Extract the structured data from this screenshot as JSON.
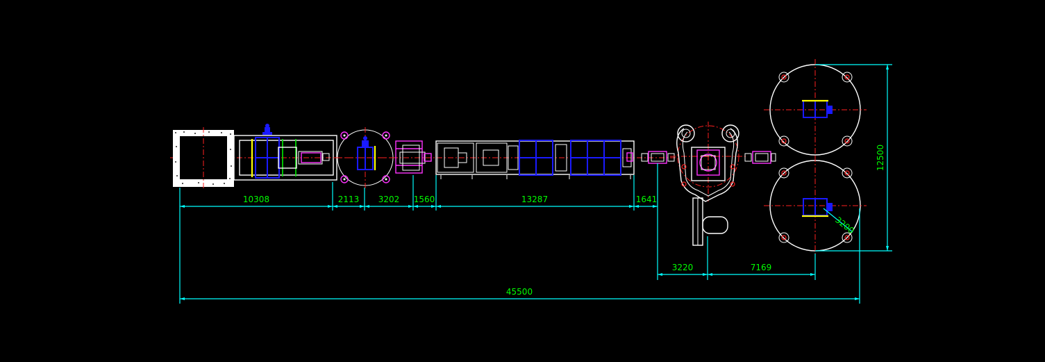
{
  "drawing": {
    "background": "#000000",
    "colors": {
      "dimension_line": "#00ffff",
      "dimension_text": "#00ff00",
      "outline": "#ffffff",
      "centerline": "#ff2020",
      "equipment": "#1a1aff",
      "accent_yellow": "#ffff00",
      "accent_magenta": "#ff33ff"
    },
    "dimensions": {
      "d1": "10308",
      "d2": "2113",
      "d3": "3202",
      "d4": "1560",
      "d5": "13287",
      "d6": "1641",
      "d7": "3220",
      "d8": "7169",
      "total": "45500",
      "height": "12500",
      "radius": "3200"
    }
  }
}
